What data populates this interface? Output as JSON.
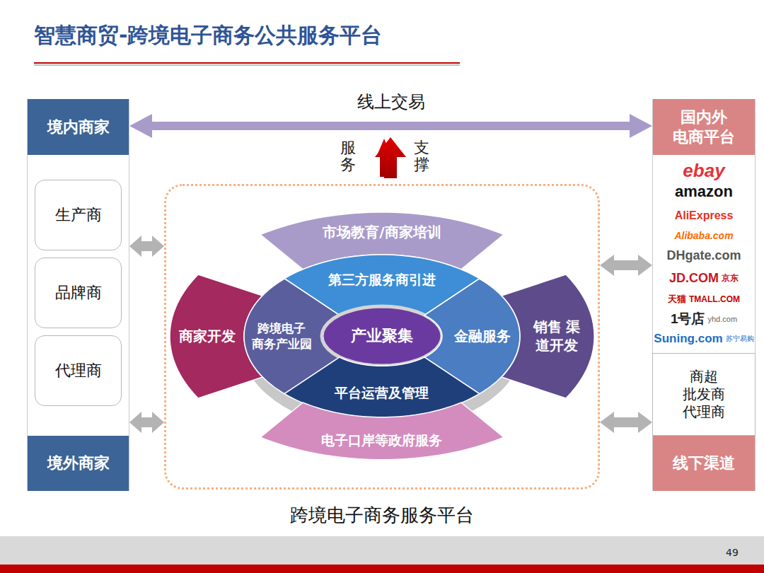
{
  "diagram": {
    "title": "智慧商贸-跨境电子商务公共服务平台",
    "nodes": [
      {
        "text": [
          "境内商家",
          "境外商家"
        ]
      },
      {
        "text": [
          "生产商"
        ],
        "in": 0
      },
      {
        "text": [
          "品牌商"
        ],
        "in": 0
      },
      {
        "text": [
          "代理商"
        ],
        "in": 0
      },
      {
        "text": [
          "跨境电子商务服务平台"
        ]
      },
      {
        "text": [
          "市场教育/商家培训"
        ],
        "in": 4
      },
      {
        "text": [
          "商家开发"
        ],
        "in": 4
      },
      {
        "text": [
          "第三方服务商引进"
        ],
        "in": 4
      },
      {
        "text": [
          "跨境电子 商务产业园"
        ],
        "in": 4
      },
      {
        "text": [
          "产业聚集"
        ],
        "in": 4
      },
      {
        "text": [
          "金融服务"
        ],
        "in": 4
      },
      {
        "text": [
          "销售 渠道开发"
        ],
        "in": 4
      },
      {
        "text": [
          "平台运营及管理"
        ],
        "in": 4
      },
      {
        "text": [
          "电子口岸等政府服务"
        ],
        "in": 4
      },
      {
        "text": [
          "国内外 电商平台",
          "ebay",
          "amazon",
          "AliExpress",
          "Alibaba.com",
          "DHgate.com",
          "JD.COM",
          "京东",
          "天猫",
          "TMALL.COM",
          "1号店",
          "yhd.com",
          "Suning.com",
          "苏宁易购",
          "线下渠道"
        ]
      },
      {
        "text": [
          "商超 批发商 代理商"
        ],
        "in": 14
      }
    ],
    "edges": [
      {
        "from": 0,
        "to": 4,
        "arrow": "both"
      },
      {
        "from": 0,
        "to": 4,
        "arrow": "both"
      },
      {
        "from": 4,
        "to": 14,
        "arrow": "both"
      },
      {
        "from": 4,
        "to": 14,
        "arrow": "both"
      },
      {
        "from": 0,
        "to": 14,
        "arrow": "both",
        "label": "线上交易"
      }
    ],
    "labels": [
      "服务",
      "支撑",
      "49"
    ]
  }
}
